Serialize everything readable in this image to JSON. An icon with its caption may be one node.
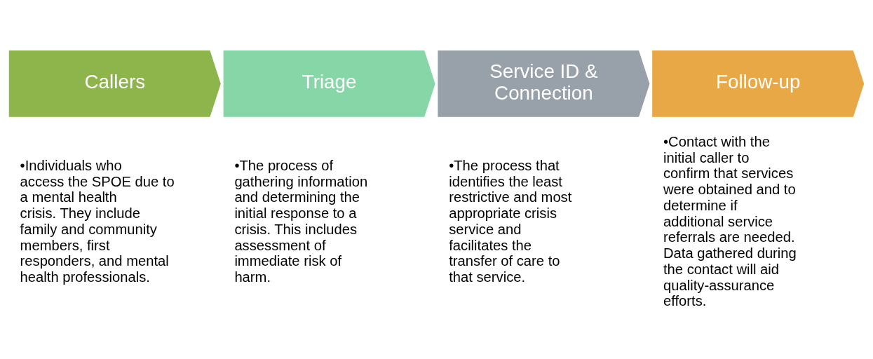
{
  "diagram": {
    "nodes": [
      {
        "text": [
          "Callers"
        ],
        "beside": [
          "•Individuals who access the SPOE due to a mental health crisis. They include family and community members, first responders, and mental health professionals."
        ]
      },
      {
        "text": [
          "Triage"
        ],
        "beside": [
          "•The process of gathering information and determining the initial response to a crisis. This includes assessment of immediate risk of harm."
        ]
      },
      {
        "text": [
          "Service ID & Connection"
        ],
        "beside": [
          "•The process that identifies the least restrictive and most appropriate crisis service and facilitates the transfer of care to that service."
        ]
      },
      {
        "text": [
          "Follow-up"
        ],
        "beside": [
          "•Contact with the initial caller to confirm that services were obtained and to determine if additional service referrals are needed. Data gathered during the contact will aid quality-assurance efforts."
        ]
      }
    ],
    "edges": []
  }
}
